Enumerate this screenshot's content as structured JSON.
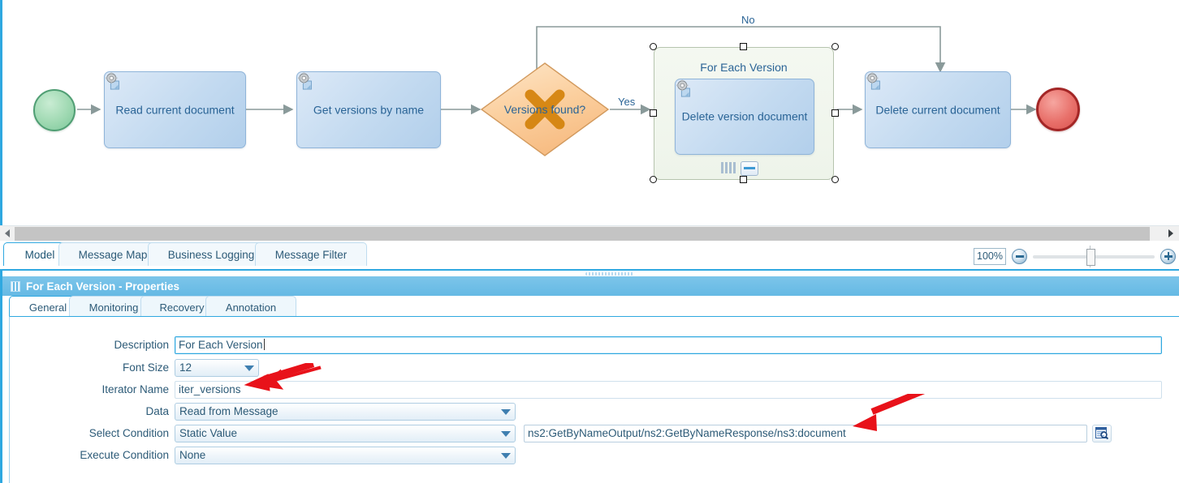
{
  "diagram": {
    "nodes": [
      {
        "id": "start",
        "type": "start-event",
        "label": ""
      },
      {
        "id": "t1",
        "type": "service-task",
        "label": "Read current document",
        "icon": "gear-document-icon"
      },
      {
        "id": "t2",
        "type": "service-task",
        "label": "Get versions by name",
        "icon": "gear-document-icon"
      },
      {
        "id": "gw",
        "type": "exclusive-gateway",
        "label": "Versions found?",
        "marker": "x-marker"
      },
      {
        "id": "sub",
        "type": "subprocess",
        "label": "For Each Version",
        "selected": true,
        "markers": [
          "parallel-loop-marker",
          "collapse-marker"
        ]
      },
      {
        "id": "t3",
        "type": "service-task",
        "label": "Delete version document",
        "icon": "gear-document-icon"
      },
      {
        "id": "t4",
        "type": "service-task",
        "label": "Delete current document",
        "icon": "gear-document-icon"
      },
      {
        "id": "end",
        "type": "end-event",
        "label": ""
      }
    ],
    "flow_labels": {
      "yes": "Yes",
      "no": "No"
    },
    "colors": {
      "task_border": "#8fb4d9",
      "task_fill": "#c3daf0",
      "gateway_fill": "#fbd3a5",
      "gateway_marker": "#d4820a",
      "start_fill": "#9fd9b2",
      "end_fill": "#e8706a",
      "subprocess_fill": "#eef4ea",
      "connector": "#8a9a9a",
      "text": "#2a6496",
      "accent": "#2fa8e0"
    }
  },
  "editor_tabs": [
    {
      "label": "Model",
      "active": true
    },
    {
      "label": "Message Map",
      "active": false
    },
    {
      "label": "Business Logging",
      "active": false
    },
    {
      "label": "Message Filter",
      "active": false
    }
  ],
  "zoom": {
    "value": "100%",
    "zoom_out_title": "zoom-out",
    "zoom_in_title": "zoom-in"
  },
  "scrollbar": {
    "left_arrow": "scroll-left",
    "right_arrow": "scroll-right"
  },
  "properties": {
    "title": "For Each Version - Properties",
    "tabs": [
      {
        "label": "General",
        "active": true
      },
      {
        "label": "Monitoring",
        "active": false
      },
      {
        "label": "Recovery",
        "active": false
      },
      {
        "label": "Annotation",
        "active": false
      }
    ],
    "fields": {
      "description": {
        "label": "Description",
        "value": "For Each Version",
        "focused": true
      },
      "font_size": {
        "label": "Font Size",
        "value": "12"
      },
      "iterator_name": {
        "label": "Iterator Name",
        "value": "iter_versions"
      },
      "data": {
        "label": "Data",
        "value": "Read from Message"
      },
      "select_condition": {
        "label": "Select Condition",
        "value": "Static Value",
        "xpath": "ns2:GetByNameOutput/ns2:GetByNameResponse/ns3:document",
        "browse_icon": "xpath-browse-icon"
      },
      "execute_condition": {
        "label": "Execute Condition",
        "value": "None"
      }
    }
  },
  "annotations": [
    {
      "name": "arrow-to-iterator-name",
      "color": "#e8121a"
    },
    {
      "name": "arrow-to-xpath-value",
      "color": "#e8121a"
    }
  ]
}
